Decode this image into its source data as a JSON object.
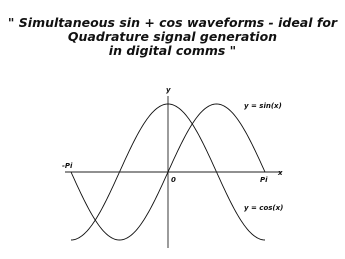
{
  "chart_data": {
    "type": "line",
    "title_lines": [
      "\" Simultaneous sin + cos waveforms - ideal for",
      "Quadrature signal generation",
      "in digital comms \""
    ],
    "xlabel": "x",
    "ylabel": "y",
    "xlim": [
      -3.14159,
      3.14159
    ],
    "ylim": [
      -1,
      1
    ],
    "x_ticks": [
      {
        "value": -3.14159,
        "label": "-Pi"
      },
      {
        "value": 0,
        "label": "0"
      },
      {
        "value": 3.14159,
        "label": "Pi"
      }
    ],
    "series": [
      {
        "name": "y = sin(x)",
        "function": "sin",
        "color": "#111111"
      },
      {
        "name": "y = cos(x)",
        "function": "cos",
        "color": "#111111"
      }
    ],
    "grid": false,
    "legend": "inline labels on right"
  }
}
